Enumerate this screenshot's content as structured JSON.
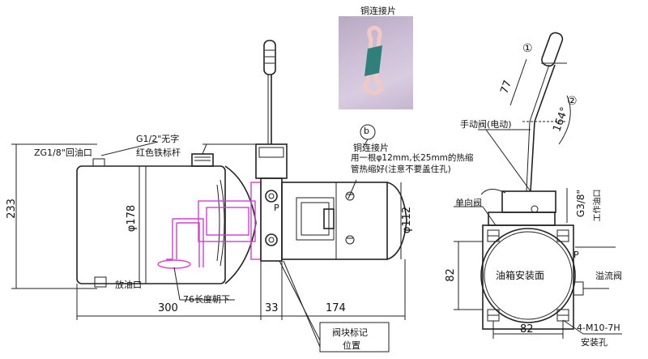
{
  "photo": {
    "caption": "铜连接片",
    "accent": "#3a8a85"
  },
  "side_view": {
    "label_g12": "G1/2\"无字",
    "label_zg18": "ZG1/8\"回油口",
    "label_red_tag": "红色铁标杆",
    "label_b": "b",
    "label_copper": "铜连接片",
    "note_line1": "用一根φ12mm,长25mm的热缩",
    "note_line2": "管热缩好(注意不要盖住孔)",
    "dim_233": "233",
    "dim_178": "φ178",
    "dim_112": "φ112",
    "label_p": "P",
    "label_drain": "放油口",
    "label_76": "76长度朝下",
    "dim_300": "300",
    "dim_33": "33",
    "dim_174": "174",
    "valve_mark_line1": "阀块标记",
    "valve_mark_line2": "位置"
  },
  "end_view": {
    "label_1": "①",
    "label_2": "②",
    "dim_77": "77",
    "dim_164": "164°",
    "label_manual": "手动阀(电动)",
    "label_check": "单向阀",
    "label_g38": "G3/8\"",
    "label_work": "工作油口",
    "label_face": "油箱安装面",
    "label_p": "P",
    "label_relief": "溢流阀",
    "dim_82v": "82",
    "dim_82h": "82",
    "label_m10": "4-M10-7H",
    "label_holes": "安装孔"
  },
  "colors": {
    "magenta": "#d23fd2",
    "line": "#222222"
  }
}
